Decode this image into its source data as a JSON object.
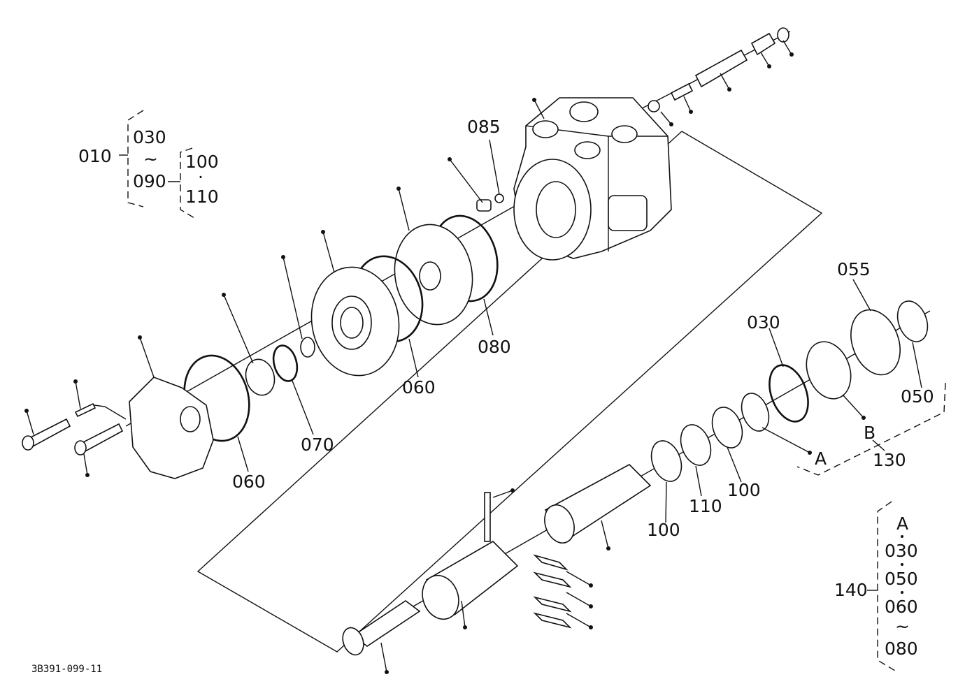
{
  "labels": {
    "l010": "010",
    "g1_030": "030",
    "g1_tilde": "~",
    "g1_090": "090",
    "g1_100": "100",
    "g1_dot": "·",
    "g1_110": "110",
    "l085": "085",
    "l080": "080",
    "l060a": "060",
    "l060b": "060",
    "l070": "070",
    "l055": "055",
    "l030": "030",
    "l050": "050",
    "lA": "A",
    "lB": "B",
    "l130": "130",
    "l100a": "100",
    "l110": "110",
    "l100b": "100",
    "l140": "140",
    "g2_A": "A",
    "g2_030": "030",
    "g2_050": "050",
    "g2_060": "060",
    "g2_tilde": "~",
    "g2_080": "080",
    "drawing_no": "3B391-099-11"
  }
}
